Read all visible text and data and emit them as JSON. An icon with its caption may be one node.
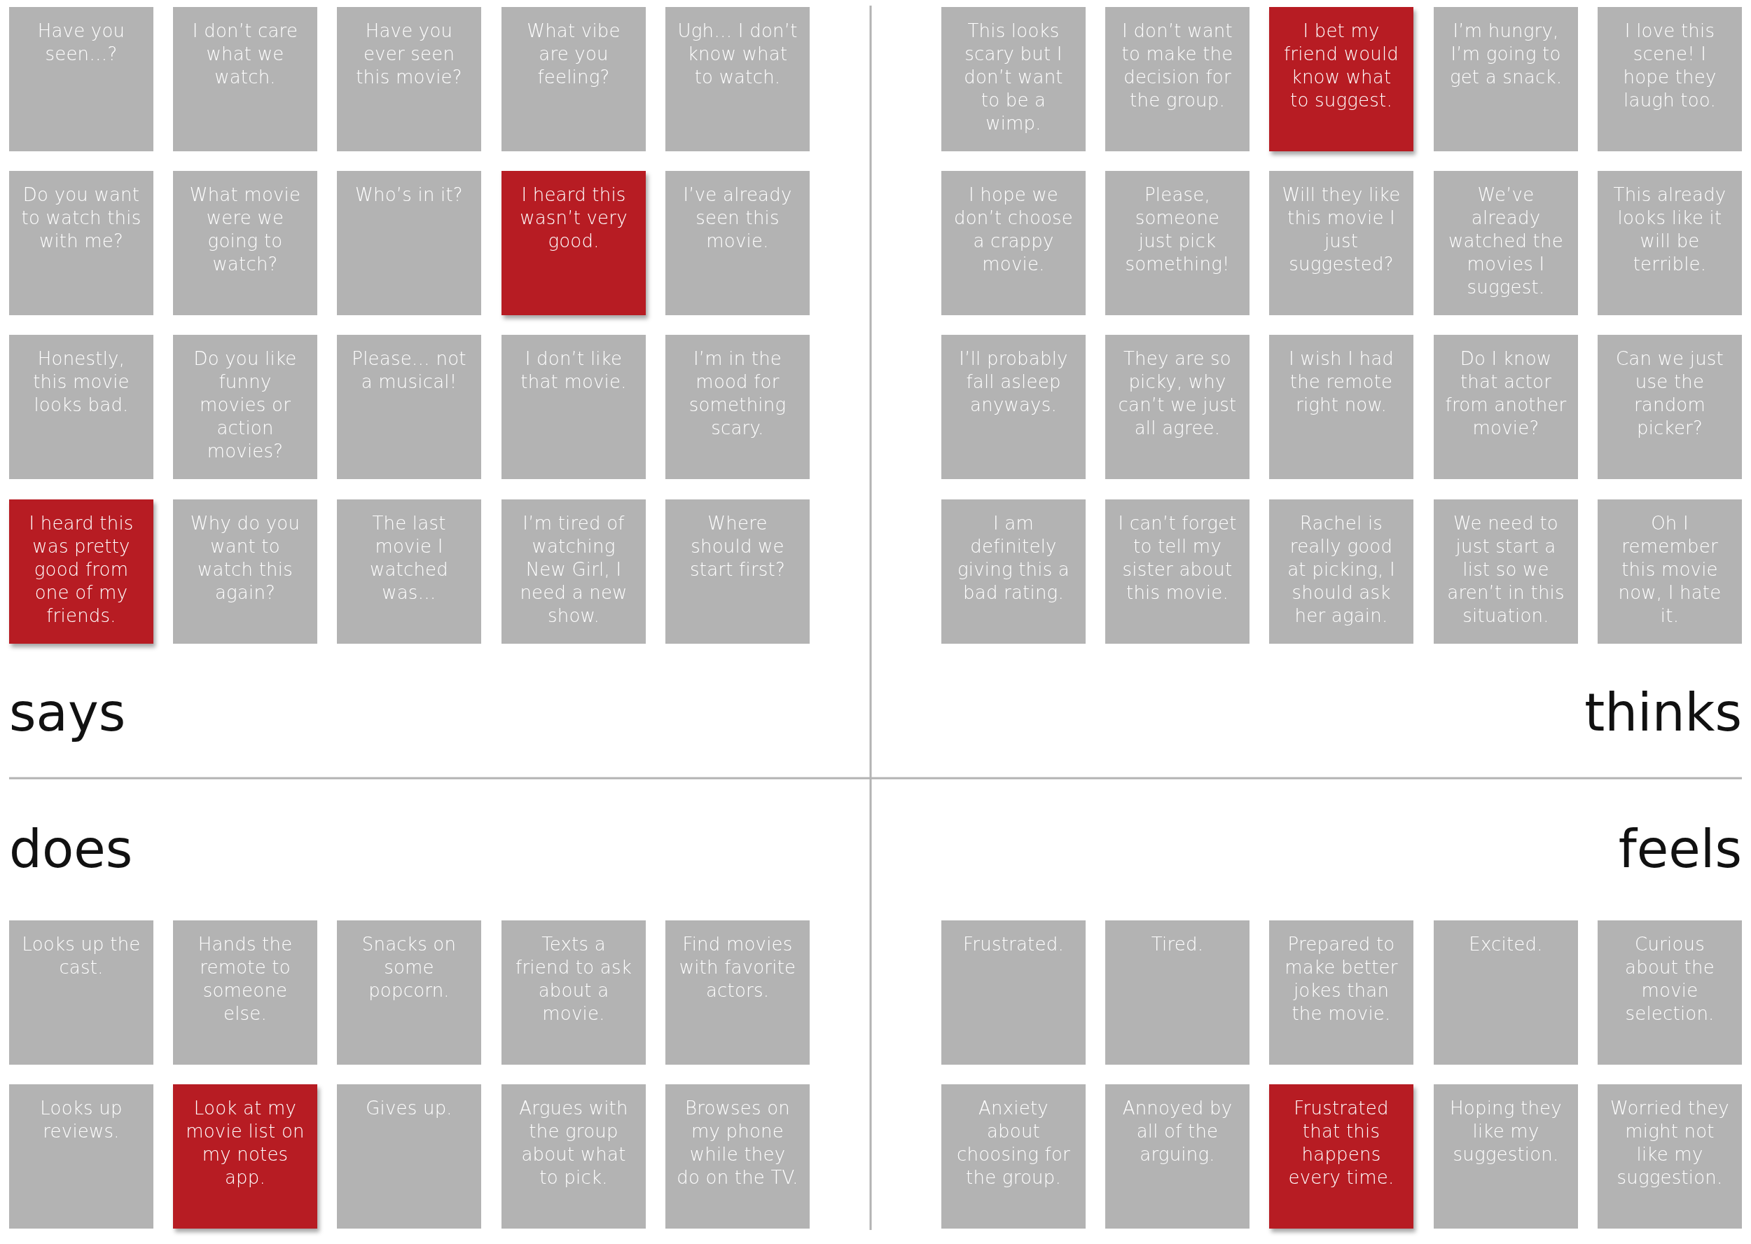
{
  "diagram": {
    "nodes": [
      {
        "text": [
          "Have you seen…?"
        ]
      },
      {
        "text": [
          "I don’t care what we watch."
        ]
      },
      {
        "text": [
          "Have you ever seen this movie?"
        ]
      },
      {
        "text": [
          "What vibe are you feeling?"
        ]
      },
      {
        "text": [
          "Ugh… I don’t know what to watch."
        ]
      },
      {
        "text": [
          "Do you want to watch this with me?"
        ]
      },
      {
        "text": [
          "What movie were we going to watch?"
        ]
      },
      {
        "text": [
          "Who’s in it?"
        ]
      },
      {
        "text": [
          "I heard this wasn’t very good."
        ]
      },
      {
        "text": [
          "I’ve already seen this movie."
        ]
      },
      {
        "text": [
          "Honestly, this movie looks bad."
        ]
      },
      {
        "text": [
          "Do you like funny movies or action movies?"
        ]
      },
      {
        "text": [
          "Please… not a musical!"
        ]
      },
      {
        "text": [
          "I don’t like that movie."
        ]
      },
      {
        "text": [
          "I’m in the mood for something scary."
        ]
      },
      {
        "text": [
          "I heard this was pretty good from one of my friends."
        ]
      },
      {
        "text": [
          "Why do you want to watch this again?"
        ]
      },
      {
        "text": [
          "The last movie I watched was…"
        ]
      },
      {
        "text": [
          "I’m tired of watching New Girl, I need a new show."
        ]
      },
      {
        "text": [
          "Where should we start first?"
        ]
      },
      {
        "text": [
          "This looks scary but I don’t want to be a wimp."
        ]
      },
      {
        "text": [
          "I don’t want to make the decision for the group."
        ]
      },
      {
        "text": [
          "I bet my friend would know what to suggest."
        ]
      },
      {
        "text": [
          "I’m hungry, I’m going to get a snack."
        ]
      },
      {
        "text": [
          "I love this scene! I hope they laugh too."
        ]
      },
      {
        "text": [
          "I hope we don’t choose a crappy movie."
        ]
      },
      {
        "text": [
          "Please, someone just pick something!"
        ]
      },
      {
        "text": [
          "Will they like this movie I just suggested?"
        ]
      },
      {
        "text": [
          "We’ve already watched the movies I suggest."
        ]
      },
      {
        "text": [
          "This already looks like it will be terrible."
        ]
      },
      {
        "text": [
          "I’ll probably fall asleep anyways."
        ]
      },
      {
        "text": [
          "They are so picky, why can’t we just all agree."
        ]
      },
      {
        "text": [
          "I wish I had the remote right now."
        ]
      },
      {
        "text": [
          "Do I know that actor from another movie?"
        ]
      },
      {
        "text": [
          "Can we just use the random picker?"
        ]
      },
      {
        "text": [
          "I am definitely giving this a bad rating."
        ]
      },
      {
        "text": [
          "I can’t forget to tell my sister about this movie."
        ]
      },
      {
        "text": [
          "Rachel is really good at picking, I should ask her again."
        ]
      },
      {
        "text": [
          "We need to just start a list so we aren’t in this situation."
        ]
      },
      {
        "text": [
          "Oh I remember this movie now, I hate it."
        ]
      },
      {
        "text": [
          "Looks up the cast."
        ]
      },
      {
        "text": [
          "Hands the remote to someone else."
        ]
      },
      {
        "text": [
          "Snacks on some popcorn."
        ]
      },
      {
        "text": [
          "Texts a friend to ask about a movie."
        ]
      },
      {
        "text": [
          "Find movies with favorite actors."
        ]
      },
      {
        "text": [
          "Looks up reviews."
        ]
      },
      {
        "text": [
          "Look at my movie list on my notes app."
        ]
      },
      {
        "text": [
          "Gives up."
        ]
      },
      {
        "text": [
          "Argues with the group about what to pick."
        ]
      },
      {
        "text": [
          "Browses on my phone while they do on the TV."
        ]
      },
      {
        "text": [
          "Frustrated."
        ]
      },
      {
        "text": [
          "Tired."
        ]
      },
      {
        "text": [
          "Prepared to make better jokes than the movie."
        ]
      },
      {
        "text": [
          "Excited."
        ]
      },
      {
        "text": [
          "Curious about the movie selection."
        ]
      },
      {
        "text": [
          "Anxiety about choosing for the group."
        ]
      },
      {
        "text": [
          "Annoyed by all of the arguing."
        ]
      },
      {
        "text": [
          "Frustrated that this happens every time."
        ]
      },
      {
        "text": [
          "Hoping they like my suggestion."
        ]
      },
      {
        "text": [
          "Worried they might not like my suggestion."
        ]
      }
    ],
    "edges": [],
    "labels": [
      "says",
      "thinks",
      "does",
      "feels"
    ]
  }
}
